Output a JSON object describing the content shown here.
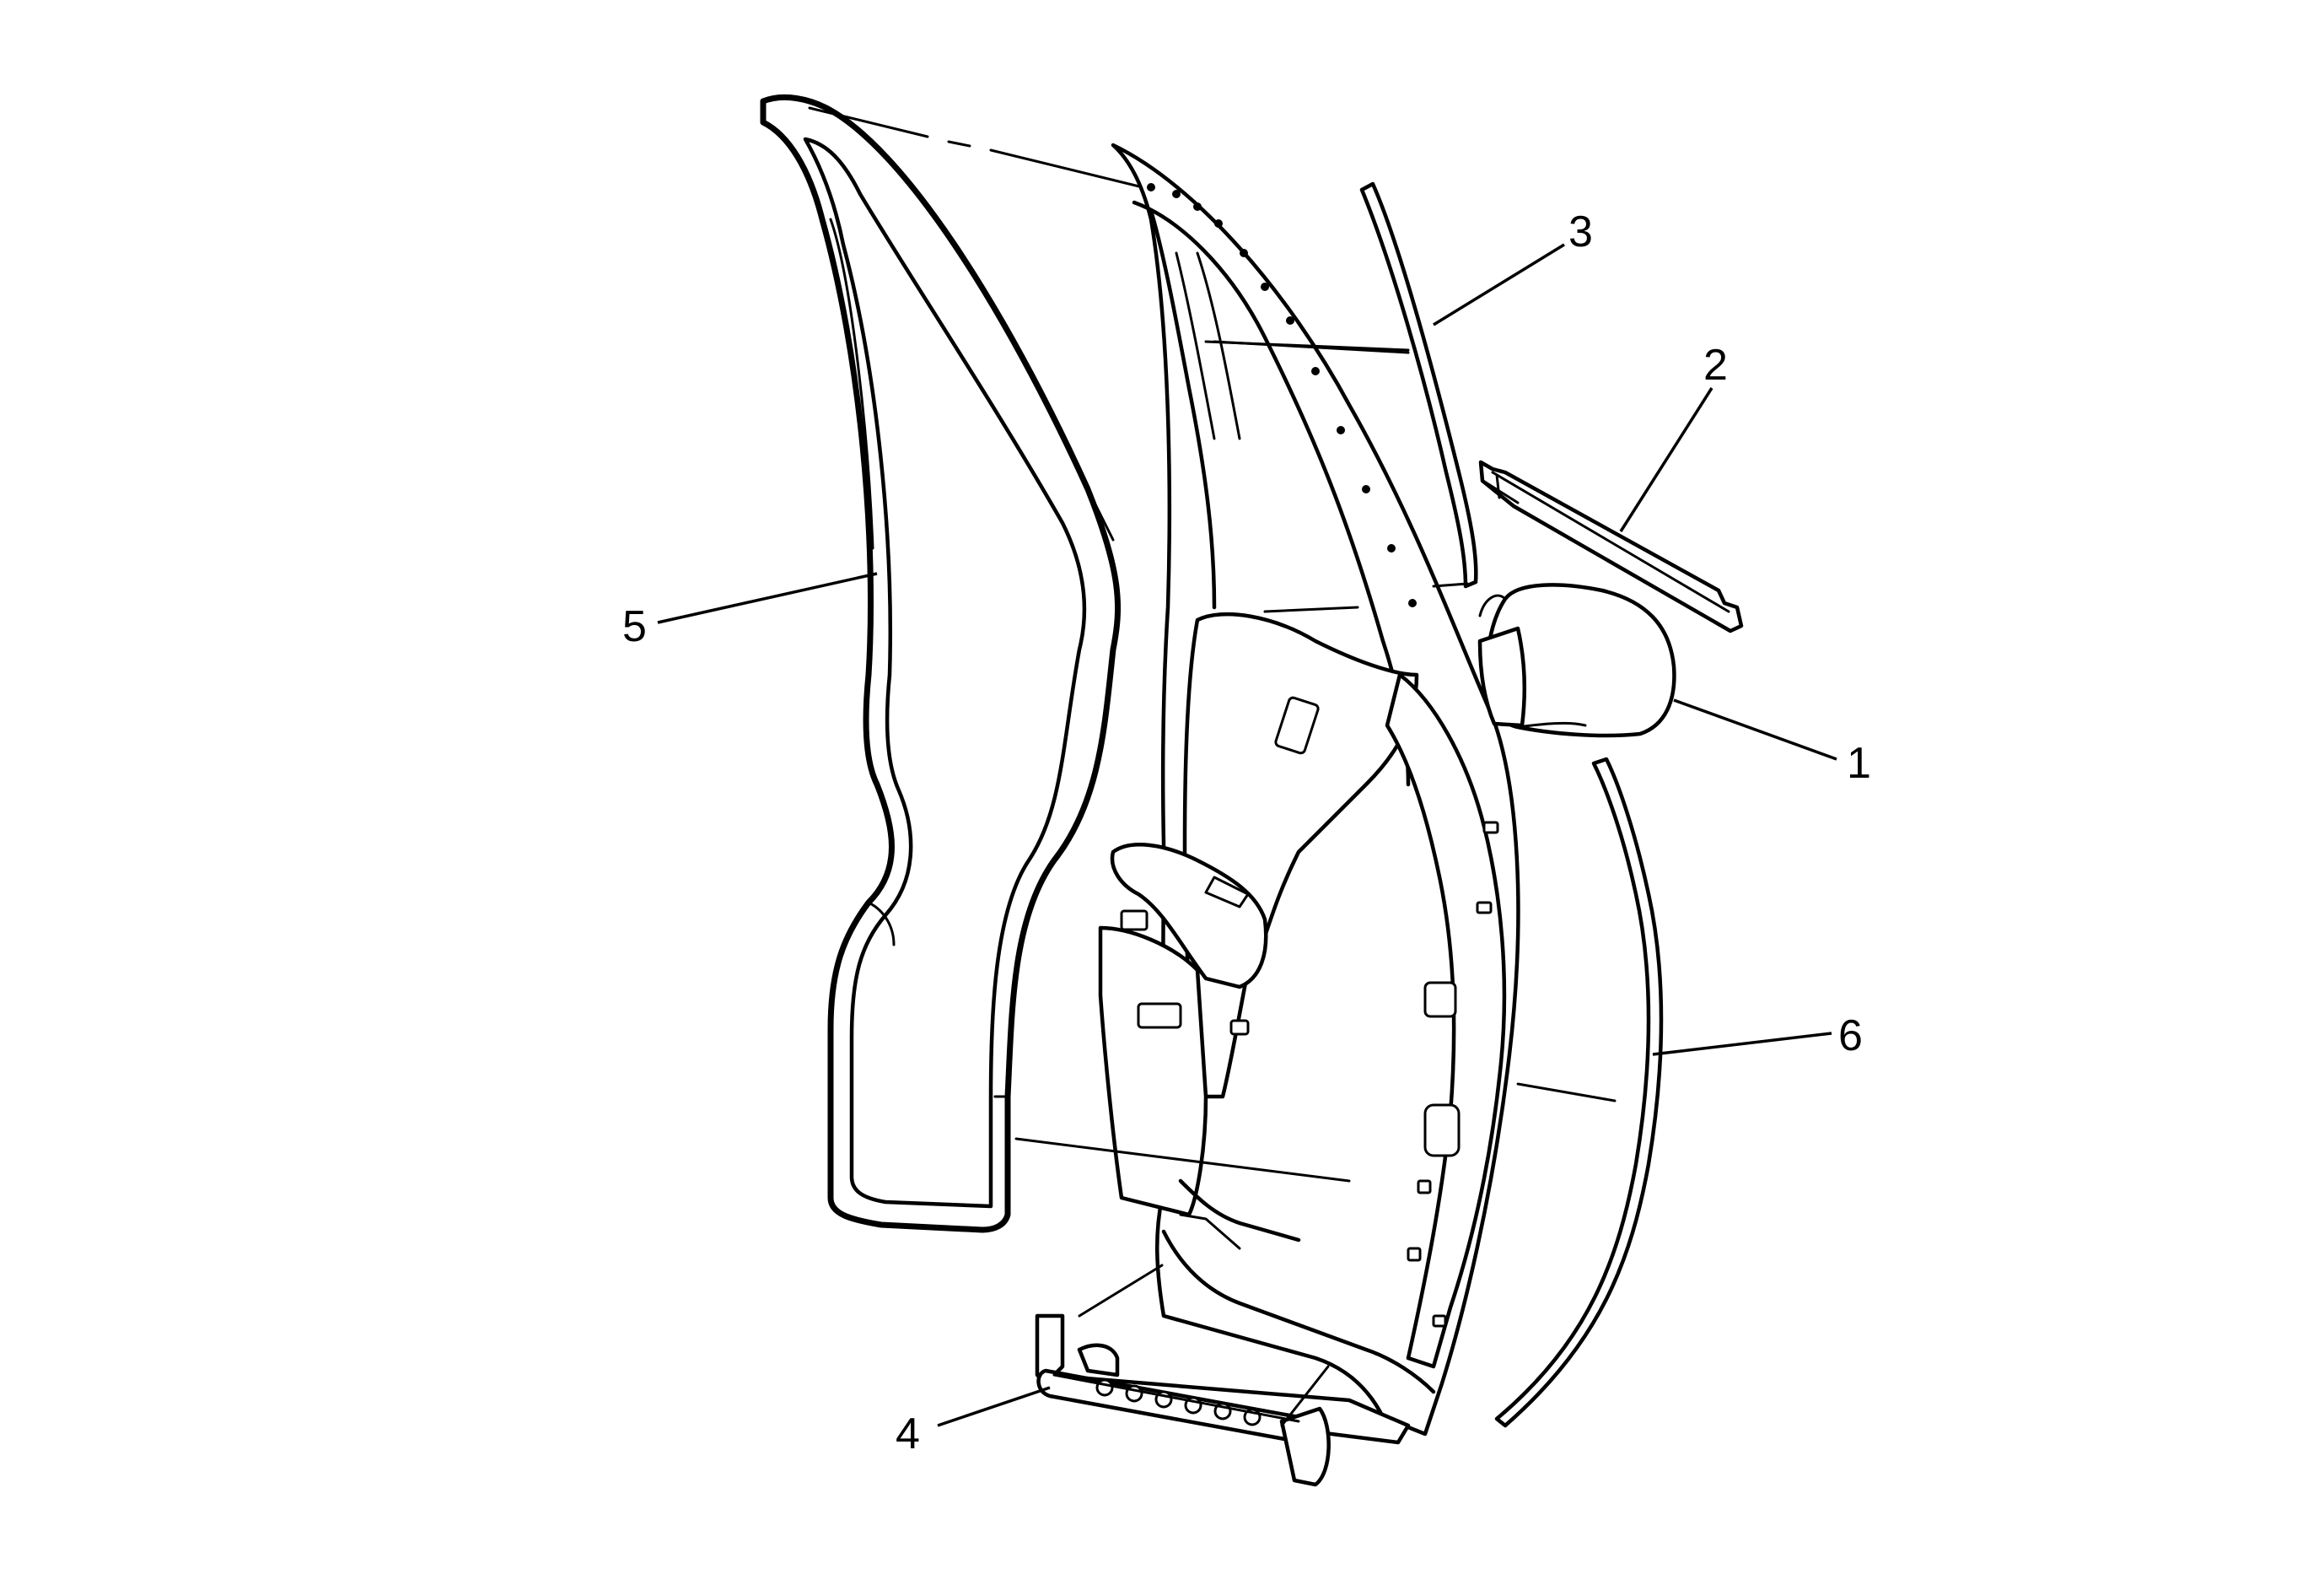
{
  "callouts": [
    {
      "id": "1",
      "label": "1"
    },
    {
      "id": "2",
      "label": "2"
    },
    {
      "id": "3",
      "label": "3"
    },
    {
      "id": "4",
      "label": "4"
    },
    {
      "id": "5",
      "label": "5"
    },
    {
      "id": "6",
      "label": "6"
    }
  ],
  "colors": {
    "ink": "#000000",
    "background": "#ffffff"
  }
}
